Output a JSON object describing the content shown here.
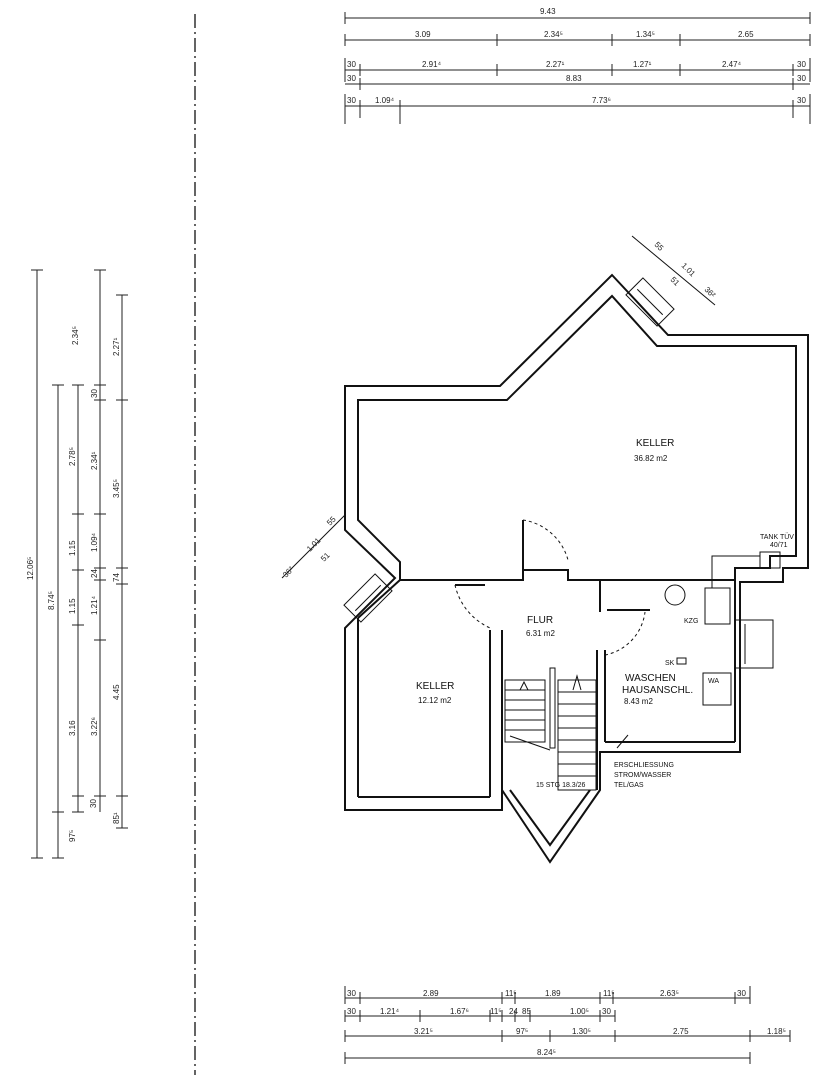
{
  "top_dims": {
    "overall": "9.43",
    "row1": [
      "3.09",
      "2.34⁵",
      "1.34⁵",
      "2.65"
    ],
    "row2": [
      "30",
      "2.91⁴",
      "2.27¹",
      "1.27¹",
      "2.47⁴",
      "30"
    ],
    "row3": [
      "30",
      "8.83",
      "30"
    ],
    "row4": [
      "30",
      "1.09⁴",
      "7.73⁶",
      "30"
    ]
  },
  "left_dims": {
    "overall": "12.06⁵",
    "col2": [
      "8.74⁵",
      "97⁵"
    ],
    "col3": [
      "3.16",
      "1.15",
      "1.15",
      "2.78⁵",
      "30"
    ],
    "col4": [
      "2.34⁵",
      "2.34¹",
      "1.09⁴",
      "24",
      "1.21⁴",
      "3.22⁶",
      "30"
    ],
    "col5": [
      "2.27¹",
      "3.45⁵",
      "74",
      "4.45",
      "85¹"
    ]
  },
  "bottom_dims": {
    "row1": [
      "30",
      "2.89",
      "11⁵",
      "1.89",
      "11⁵",
      "2.63⁵",
      "30"
    ],
    "row2": [
      "30",
      "1.21⁴",
      "1.67⁶",
      "11⁵",
      "24",
      "85",
      "1.00⁵",
      "30"
    ],
    "row3": [
      "3.21⁵",
      "97⁵",
      "1.30⁵",
      "2.75",
      "1.18⁵"
    ],
    "row4": [
      "8.24⁵"
    ]
  },
  "window_dims_top": [
    "55",
    "1.01",
    "51",
    "36²"
  ],
  "window_dims_left": [
    "36²",
    "1.01",
    "51",
    "55"
  ],
  "rooms": {
    "keller_large": {
      "name": "KELLER",
      "area": "36.82 m2"
    },
    "keller_small": {
      "name": "KELLER",
      "area": "12.12 m2"
    },
    "flur": {
      "name": "FLUR",
      "area": "6.31 m2"
    },
    "waschen": {
      "name_1": "WASCHEN",
      "name_2": "HAUSANSCHL.",
      "area": "8.43 m2"
    }
  },
  "labels": {
    "stair": "15 STG 18.3/26",
    "kzg": "KZG",
    "sk": "SK",
    "wa": "WA",
    "tank_1": "TANK TÜV",
    "tank_2": "40/71",
    "utility_1": "ERSCHLIESSUNG",
    "utility_2": "STROM/WASSER",
    "utility_3": "TEL/GAS"
  }
}
